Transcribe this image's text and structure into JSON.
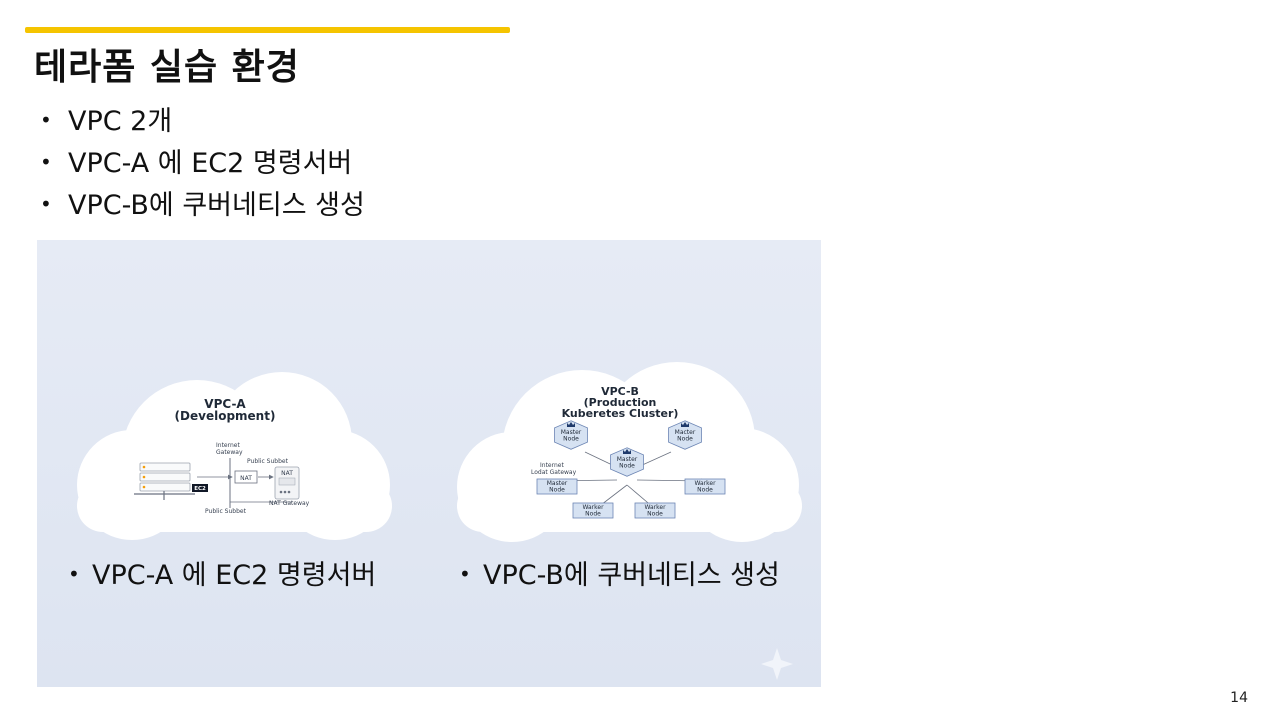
{
  "slide": {
    "title": "테라폼 실습 환경",
    "bullets": [
      "VPC 2개",
      "VPC-A 에 EC2 명령서버",
      "VPC-B에 쿠버네티스 생성"
    ],
    "page_number": "14"
  },
  "figure": {
    "vpc_a": {
      "title": "VPC-A",
      "subtitle": "(Development)",
      "internet_gateway": "Internet\nGateway",
      "public_subnet_top": "Public Subbet",
      "nat": "NAT",
      "nat_box": "NAT",
      "ec2": "EC2",
      "nat_gateway": "NAT Gateway",
      "public_subnet_bottom": "Public Subbet"
    },
    "vpc_b": {
      "title": "VPC-B",
      "subtitle_1": "(Production",
      "subtitle_2": "Kuberetes Cluster)",
      "gateway_label": "Internet\nLodat Gateway",
      "nodes": [
        {
          "label": "Master\nNode"
        },
        {
          "label": "Macter\nNode"
        },
        {
          "label": "Master\nNode"
        },
        {
          "label": "Master\nNode"
        },
        {
          "label": "Warker\nNode"
        },
        {
          "label": "Warker\nNode"
        },
        {
          "label": "Warker\nNode"
        }
      ]
    },
    "caption_a": "VPC-A 에 EC2 명령서버",
    "caption_b": "VPC-B에 쿠버네티스 생성"
  },
  "colors": {
    "accent": "#f5c400",
    "background_panel": "#e2e8f3",
    "node_fill": "#d6e2f2",
    "node_stroke": "#6d86b4"
  }
}
